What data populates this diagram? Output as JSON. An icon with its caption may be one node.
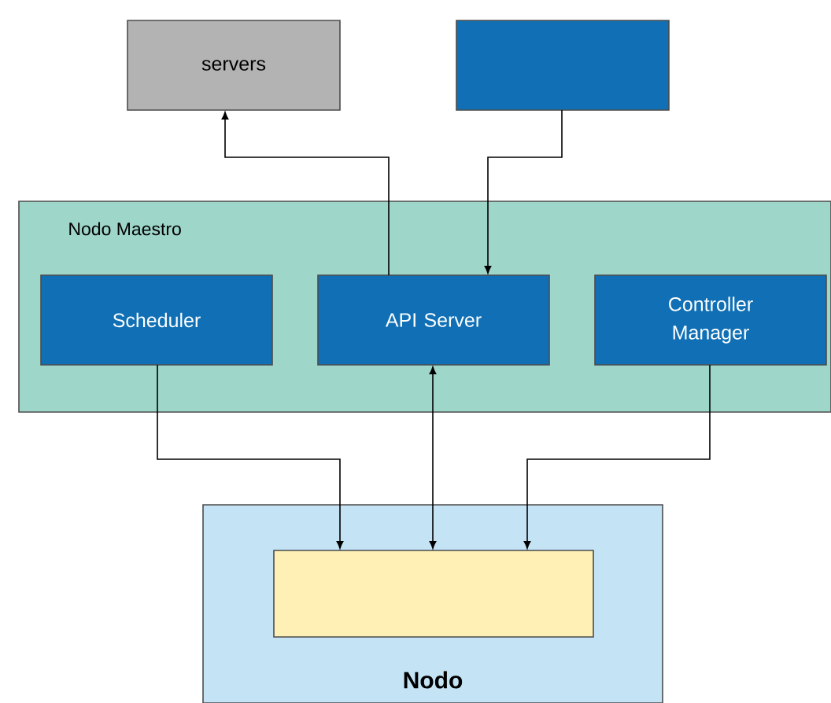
{
  "diagram": {
    "nodes": [
      {
        "text": [
          "servers"
        ]
      },
      {
        "text": [],
        "shape": "box"
      },
      {
        "text": [
          "Nodo Maestro"
        ]
      },
      {
        "text": [
          "Scheduler"
        ],
        "in": 2
      },
      {
        "text": [
          "API Server"
        ],
        "in": 2
      },
      {
        "text": [
          "Controller Manager"
        ],
        "in": 2
      },
      {
        "text": [
          "Nodo"
        ]
      },
      {
        "text": [],
        "shape": "box",
        "in": 6
      }
    ],
    "edges": [
      {
        "from": 4,
        "to": 0,
        "arrow": "to"
      },
      {
        "from": 1,
        "to": 4,
        "arrow": "to"
      },
      {
        "from": 3,
        "to": 7,
        "arrow": "to"
      },
      {
        "from": 4,
        "to": 7,
        "arrow": "both"
      },
      {
        "from": 5,
        "to": 7,
        "arrow": "to"
      }
    ]
  }
}
